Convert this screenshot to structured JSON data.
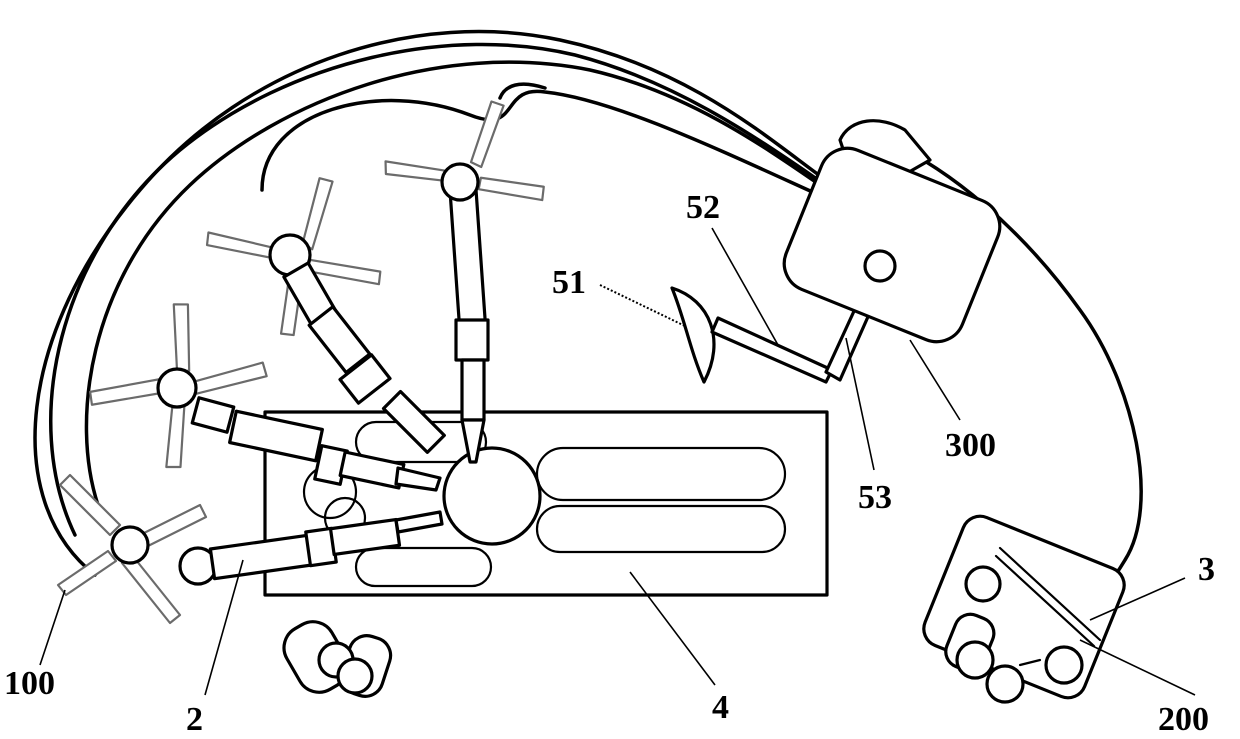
{
  "figure": {
    "labels": {
      "l100": "100",
      "l2": "2",
      "l4": "4",
      "l51": "51",
      "l52": "52",
      "l53": "53",
      "l300": "300",
      "l3": "3",
      "l200": "200"
    }
  }
}
